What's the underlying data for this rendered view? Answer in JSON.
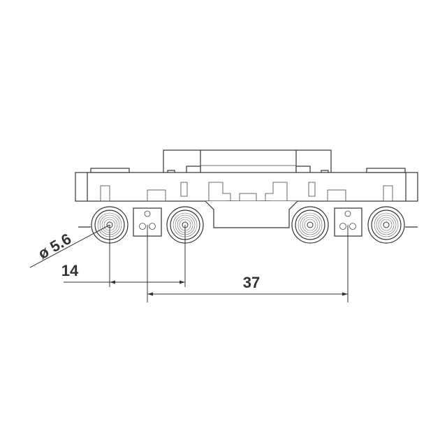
{
  "drawing": {
    "dimensions": {
      "wheel_diameter_label": "ø 5.6",
      "wheelbase_label": "14",
      "bogie_center_label": "37"
    }
  }
}
